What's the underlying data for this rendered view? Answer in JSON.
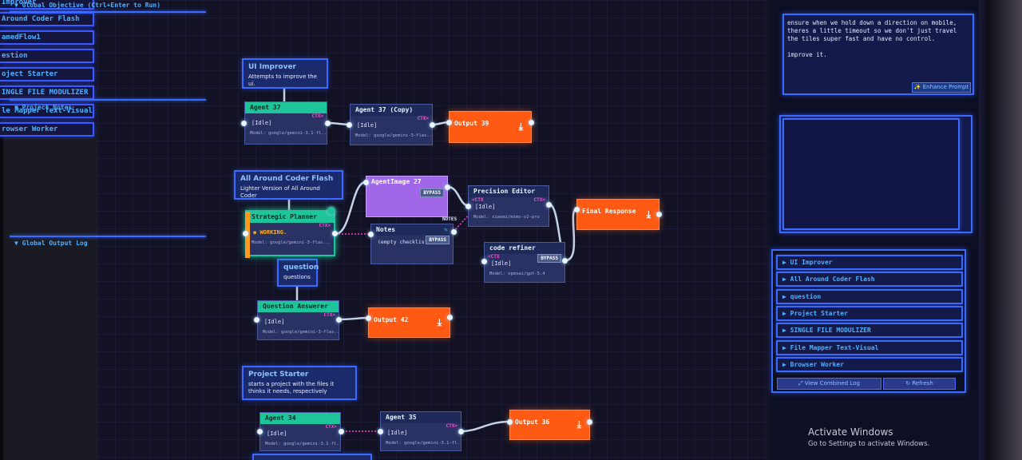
{
  "left_panel": {
    "items": [
      "Improver",
      "Around Coder Flash",
      "amedFlow1",
      "estion",
      "oject Starter",
      "INGLE FILE MODULIZER",
      "le Mapper Text-Visual",
      "rowser Worker"
    ]
  },
  "canvas": {
    "groups": {
      "ui_improver": {
        "title": "UI Improver",
        "desc": "Attempts to improve the ui."
      },
      "all_around": {
        "title": "All Around Coder Flash",
        "desc": "Lighter Version of All Around Coder"
      },
      "question": {
        "title": "question",
        "desc": "questions"
      },
      "project_starter": {
        "title": "Project Starter",
        "desc": "starts a project with the files it thinks it needs, respectively"
      }
    },
    "nodes": {
      "agent37": {
        "title": "Agent 37",
        "ctx": "CTX>",
        "status": "[Idle]",
        "model": "Model: google/gemini-3.1-fl..."
      },
      "agent37copy": {
        "title": "Agent 37 (Copy)",
        "ctx": "CTX>",
        "status": "[Idle]",
        "model": "Model: google/gemini-3-flas..."
      },
      "strategic": {
        "title": "Strategic Planner",
        "ctx": "CTX>",
        "status": "WORKING.",
        "model": "Model: google/gemini-3-flas..."
      },
      "agentimage": {
        "title": "AgentImage 27",
        "bypass": "BYPASS"
      },
      "notes": {
        "title": "Notes",
        "content": "(empty checklist)",
        "bypass": "BYPASS",
        "edge_label": "NOTES"
      },
      "precision": {
        "title": "Precision Editor",
        "ctx_left": "<CTX",
        "ctx": "CTX>",
        "status": "[Idle]",
        "model": "Model: xiaomi/mimo-v2-pro"
      },
      "refiner": {
        "title": "code refiner",
        "ctx_left": "<CTX",
        "bypass": "BYPASS",
        "status": "[Idle]",
        "model": "Model: openai/gpt-5.4"
      },
      "qa": {
        "title": "Question Answerer",
        "ctx": "CTX>",
        "status": "[Idle]",
        "model": "Model: google/gemini-3-flas..."
      },
      "agent34": {
        "title": "Agent 34",
        "ctx": "CTX>",
        "status": "[Idle]",
        "model": "Model: google/gemini-3.1-fl..."
      },
      "agent35": {
        "title": "Agent 35",
        "ctx": "CTX>",
        "status": "[Idle]",
        "model": "Model: google/gemini-3.1-fl..."
      }
    },
    "outputs": {
      "o39": "Output 39",
      "final": "Final Response",
      "o42": "Output 42",
      "o36": "Output 36"
    }
  },
  "right_panel": {
    "objective_header": "▼ Global Objective (Ctrl+Enter to Run)",
    "objective_text": "ensure when we hold down a direction on mobile, theres a little timeout so we don't just travel the tiles super fast and have no control.\n\nimprove it.",
    "enhance_label": "✨ Enhance Prompt",
    "notes_header": "▼ Project Notes",
    "log_header": "▼ Global Output Log",
    "log_items": [
      "▶ UI Improver",
      "▶ All Around Coder Flash",
      "▶ question",
      "▶ Project Starter",
      "▶ SINGLE FILE MODULIZER",
      "▶ File Mapper Text-Visual",
      "▶ Browser Worker"
    ],
    "view_log_label": "⤢ View Combined Log",
    "refresh_label": "↻ Refresh"
  },
  "watermark": {
    "line1": "Activate Windows",
    "line2": "Go to Settings to activate Windows."
  }
}
